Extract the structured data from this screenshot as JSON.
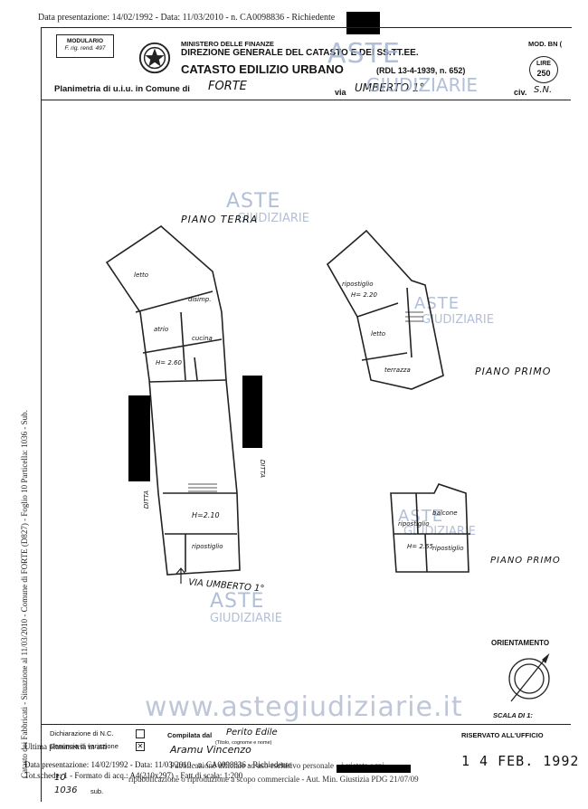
{
  "header": {
    "top_line": "Data presentazione: 14/02/1992 - Data: 11/03/2010 - n. CA0098836 - Richiedente",
    "modulario_line1": "MODULARIO",
    "modulario_line2": "F. rig. rend. 497",
    "ministry": "MINISTERO DELLE FINANZE",
    "direction": "DIREZIONE GENERALE DEL CATASTO E DEI SS.TT.EE.",
    "catasto": "CATASTO EDILIZIO URBANO",
    "law": "(RDL 13-4-1939, n. 652)",
    "model": "MOD. BN (",
    "lire_label": "LIRE",
    "lire_value": "250",
    "planimetria_label": "Planimetria di u.i.u. in Comune di",
    "comune": "FORTE",
    "via_label": "via",
    "via_value": "UMBERTO 1°",
    "civ_label": "civ.",
    "civ_value": "S.N."
  },
  "watermarks": {
    "aste": "ASTE",
    "giudiziarie": "GIUDIZIARIE",
    "url": "www.astegiudiziarie.it"
  },
  "plan": {
    "piano_terra": "PIANO TERRA",
    "piano_primo": "PIANO PRIMO",
    "piano_primo_2": "PIANO PRIMO",
    "via_umberto": "VIA UMBERTO 1°",
    "rooms": {
      "letto": "letto",
      "disimp": "disimp.",
      "atrio": "atrio",
      "cucina": "cucina",
      "h260": "H= 2.60",
      "h210": "H=2.10",
      "ripostiglio": "ripostiglio",
      "ditta": "DITTA",
      "rip_pp": "ripostiglio",
      "h220": "H= 2.20",
      "letto_pp": "letto",
      "terrazza": "terrazza",
      "balcone": "balcone",
      "rip_pp2": "ripostiglio",
      "h265": "H= 2.65",
      "rip_pp3": "ripostiglio"
    }
  },
  "side_text": "Catasto dei Fabbricati - Situazione al 11/03/2010 - Comune di FORTE (D827) - Foglio 10 Particella: 1036 - Sub.",
  "orientation": {
    "title": "ORIENTAMENTO",
    "scala": "SCALA DI 1:"
  },
  "footer_form": {
    "dichiarazione_nc": "Dichiarazione di N.C.",
    "denuncia": "Denuncia di variazione",
    "compilata_label": "Compilata dal",
    "compilata_value": "Perito Edile",
    "titolo_label": "(Titolo, cognome e nome)",
    "nome_value": "Aramu Vincenzo",
    "riservato": "RISERVATO ALL'UFFICIO",
    "date_stamp": "1 4 FEB. 1992",
    "scheda_label": "Ultima planimetria in atti",
    "tot_schede": "Tot.schede: 1 - Formato di acq.: A4(210x297) - Fatt.di scala: 1:200",
    "data_pres": "Data presentazione: 14/02/1992 - Data: 11/03/2010 - n. CA0098836 - Richiedente",
    "pubblicazione": "Pubblicazione ufficiale ad uso esclusivo personale - è vietata ogni",
    "ripubblicazione": "ripubblicazione o riproduzione a scopo commerciale - Aut. Min. Giustizia PDG 21/07/09",
    "fg_value": "10",
    "num_value": "1036",
    "sub_label": "sub."
  }
}
